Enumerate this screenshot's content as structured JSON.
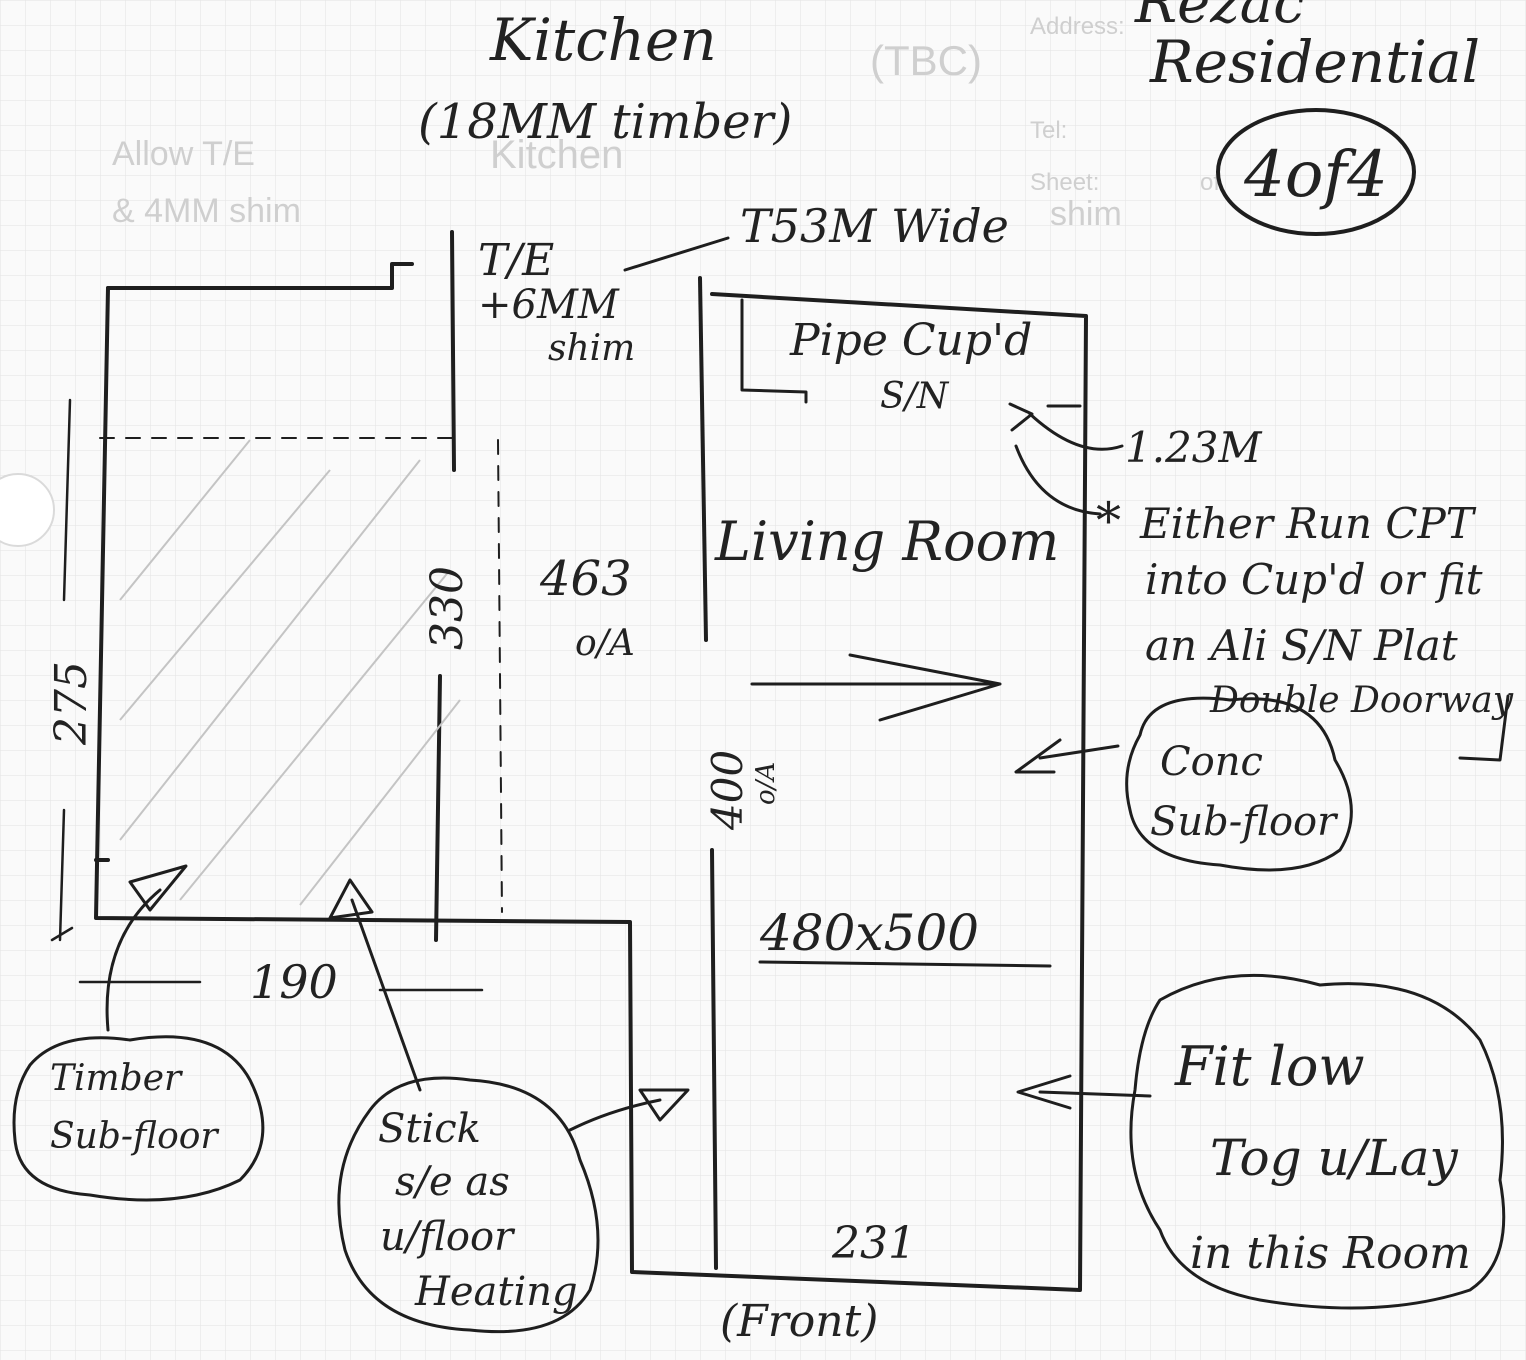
{
  "header": {
    "company_line1": "Rezac",
    "company_line2": "Residential",
    "sheet_label": "4of4",
    "form_address": "Address:",
    "form_tel": "Tel:",
    "form_sheet": "Sheet:",
    "form_of": "of"
  },
  "ghost_notes": {
    "allow_line1": "Allow T/E",
    "allow_line2": "& 4MM shim",
    "kitchen_ghost": "Kitchen",
    "tbc": "(TBC)",
    "shim": "shim"
  },
  "rooms": {
    "kitchen_title": "Kitchen",
    "kitchen_sub": "(18MM timber)",
    "living_title": "Living Room",
    "pipe_cupboard": "Pipe Cup'd",
    "pipe_sn": "S/N",
    "front": "(Front)"
  },
  "annotations": {
    "te_line1": "T/E",
    "te_line2": "+6MM",
    "te_line3": "shim",
    "te_width": "T53M Wide",
    "cupd_width": "1.23M",
    "cupd_note_line1": "Either Run CPT",
    "cupd_note_line2": "into Cup'd or fit",
    "cupd_note_line3": "an Ali S/N Plat",
    "cupd_note_line4": "Double Doorway",
    "conc_line1": "Conc",
    "conc_line2": "Sub-floor",
    "timber_line1": "Timber",
    "timber_line2": "Sub-floor",
    "stick_line1": "Stick",
    "stick_line2": "s/e as",
    "stick_line3": "u/floor",
    "stick_line4": "Heating",
    "tog_line1": "Fit low",
    "tog_line2": "Tog u/Lay",
    "tog_line3": "in this Room"
  },
  "dimensions": {
    "d275": "275",
    "d330": "330",
    "d463": "463",
    "d463_sub": "o/A",
    "d190": "190",
    "d400": "400",
    "d400_sub": "o/A",
    "d231": "231",
    "d480x500": "480x500"
  }
}
